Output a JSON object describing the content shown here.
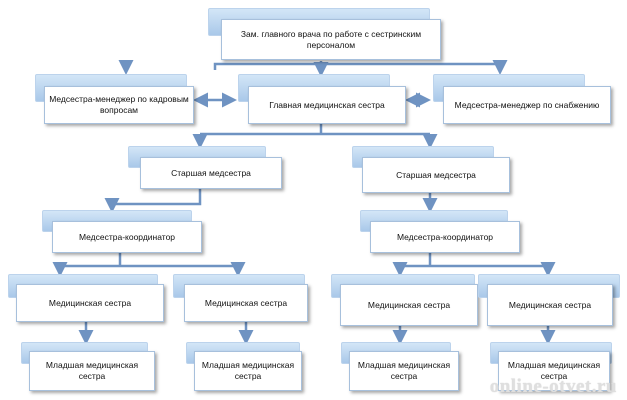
{
  "diagram": {
    "nodes": {
      "deputy": "Зам. главного врача по работе с сестринским персоналом",
      "hr_manager": "Медсестра-менеджер по кадровым вопросам",
      "head_nurse": "Главная медицинская сестра",
      "supply_manager": "Медсестра-менеджер по снабжению",
      "senior_left": "Старшая медсестра",
      "senior_right": "Старшая медсестра",
      "coord_left": "Медсестра-координатор",
      "coord_right": "Медсестра-координатор",
      "nurse_1": "Медицинская сестра",
      "nurse_2": "Медицинская сестра",
      "nurse_3": "Медицинская сестра",
      "nurse_4": "Медицинская сестра",
      "junior_1": "Младшая медицинская сестра",
      "junior_2": "Младшая медицинская сестра",
      "junior_3": "Младшая медицинская сестра",
      "junior_4": "Младшая медицинская сестра"
    },
    "colors": {
      "box_back": "#a9c8e9",
      "box_front": "#ffffff",
      "border": "#a7c0dc",
      "connector": "#6f93c2"
    }
  },
  "watermark": "online-otvet.ru"
}
